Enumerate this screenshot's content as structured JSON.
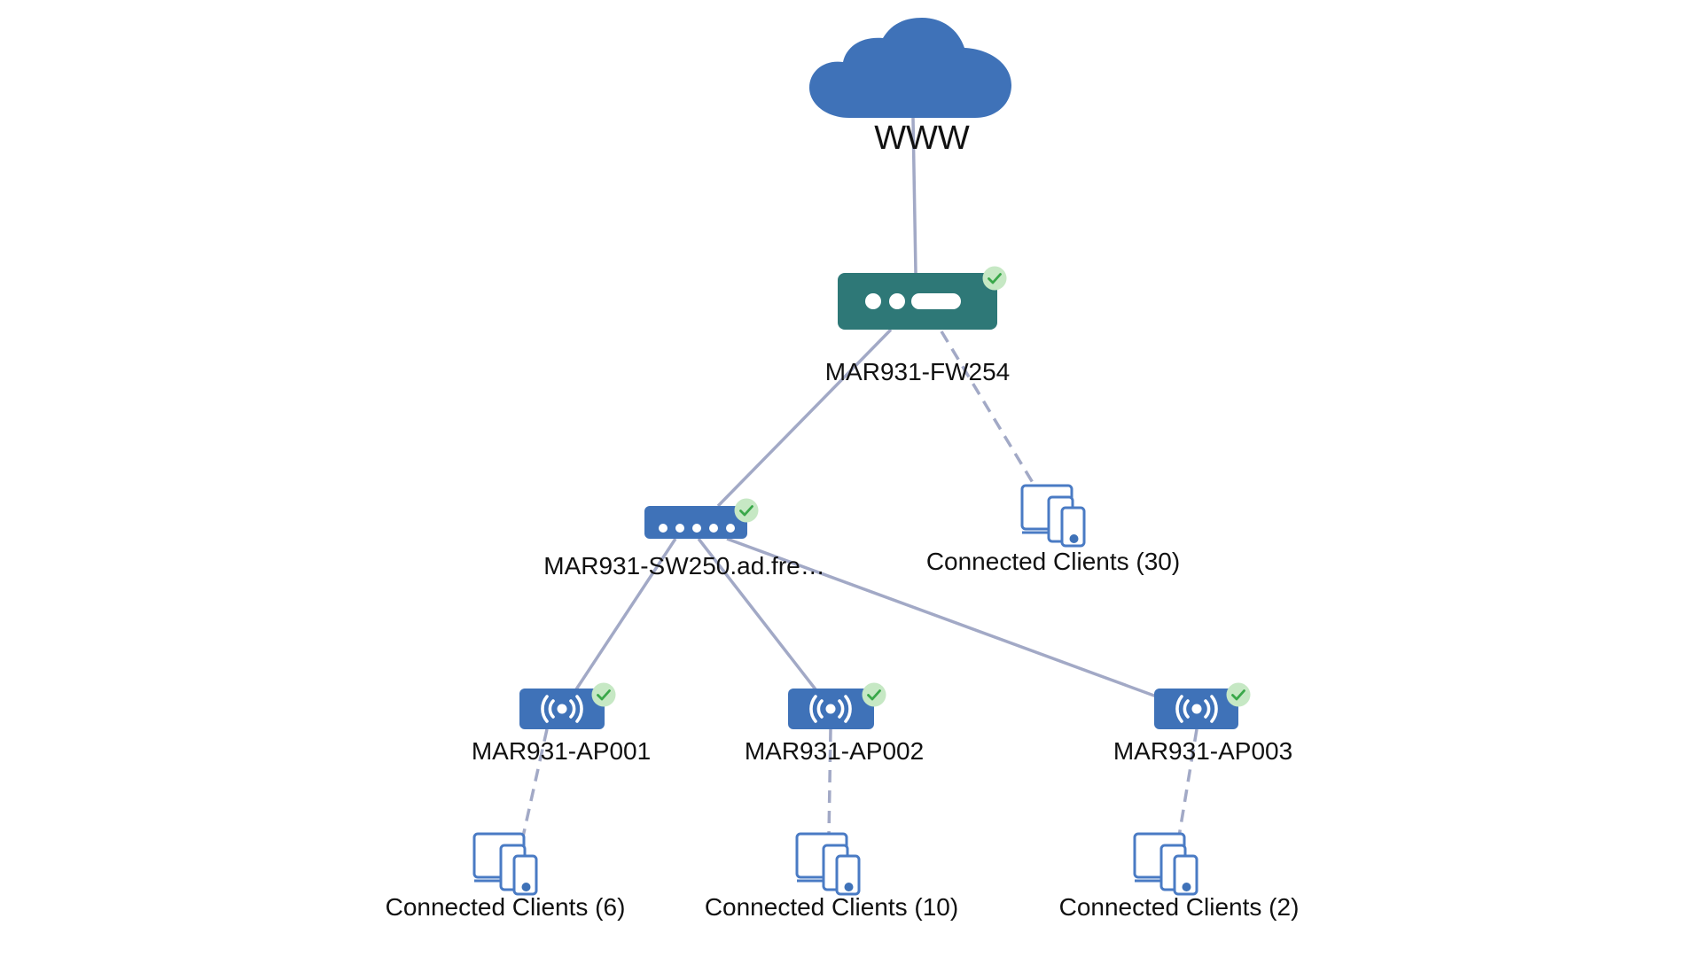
{
  "colors": {
    "cloud": "#3f72b8",
    "firewall": "#2e7877",
    "switch": "#3f72b8",
    "access_point": "#3f72b8",
    "client_icon": "#4a7bc4",
    "link": "#a2a9c6",
    "status_ok_bg": "#c6e8c4",
    "status_ok_check": "#3aa84a",
    "label_text": "#111111"
  },
  "nodes": {
    "internet": {
      "label": "WWW",
      "type": "cloud",
      "icon": "cloud-icon"
    },
    "firewall": {
      "label": "MAR931-FW254",
      "type": "firewall",
      "icon": "firewall-icon",
      "status": "online"
    },
    "switch": {
      "label": "MAR931-SW250.ad.fre…",
      "type": "switch",
      "icon": "switch-icon",
      "status": "online"
    },
    "fw_clients": {
      "label": "Connected Clients (30)",
      "type": "clients",
      "icon": "clients-icon",
      "count": 30
    },
    "ap001": {
      "label": "MAR931-AP001",
      "type": "access_point",
      "icon": "wifi-icon",
      "status": "online"
    },
    "ap002": {
      "label": "MAR931-AP002",
      "type": "access_point",
      "icon": "wifi-icon",
      "status": "online"
    },
    "ap003": {
      "label": "MAR931-AP003",
      "type": "access_point",
      "icon": "wifi-icon",
      "status": "online"
    },
    "ap001_clients": {
      "label": "Connected Clients (6)",
      "type": "clients",
      "icon": "clients-icon",
      "count": 6
    },
    "ap002_clients": {
      "label": "Connected Clients (10)",
      "type": "clients",
      "icon": "clients-icon",
      "count": 10
    },
    "ap003_clients": {
      "label": "Connected Clients (2)",
      "type": "clients",
      "icon": "clients-icon",
      "count": 2
    }
  },
  "links": [
    {
      "from": "internet",
      "to": "firewall",
      "style": "solid"
    },
    {
      "from": "firewall",
      "to": "switch",
      "style": "solid"
    },
    {
      "from": "firewall",
      "to": "fw_clients",
      "style": "dashed"
    },
    {
      "from": "switch",
      "to": "ap001",
      "style": "solid"
    },
    {
      "from": "switch",
      "to": "ap002",
      "style": "solid"
    },
    {
      "from": "switch",
      "to": "ap003",
      "style": "solid"
    },
    {
      "from": "ap001",
      "to": "ap001_clients",
      "style": "dashed"
    },
    {
      "from": "ap002",
      "to": "ap002_clients",
      "style": "dashed"
    },
    {
      "from": "ap003",
      "to": "ap003_clients",
      "style": "dashed"
    }
  ]
}
